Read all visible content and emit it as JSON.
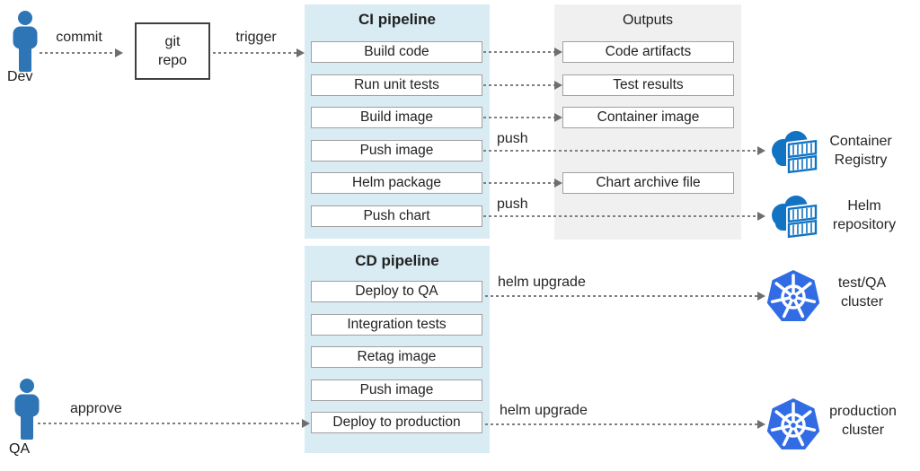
{
  "colors": {
    "panel_blue": "#d9ebf3",
    "panel_gray": "#f0f0f0",
    "box_border": "#a0a0a0",
    "git_box_border": "#404040",
    "arrow_gray": "#7f7f7f",
    "person_blue": "#2e75b6",
    "cloud_blue": "#1273c3",
    "kubernetes_blue": "#326ce5"
  },
  "actors": {
    "dev": "Dev",
    "qa": "QA"
  },
  "git_repo": {
    "line1": "git",
    "line2": "repo"
  },
  "arrow_labels": {
    "commit": "commit",
    "trigger": "trigger",
    "push_image": "push",
    "push_chart": "push",
    "helm_upgrade_qa": "helm upgrade",
    "helm_upgrade_prod": "helm upgrade",
    "approve": "approve"
  },
  "ci_pipeline": {
    "title": "CI pipeline",
    "steps": [
      "Build code",
      "Run unit tests",
      "Build image",
      "Push image",
      "Helm package",
      "Push chart"
    ]
  },
  "outputs": {
    "title": "Outputs",
    "items": [
      "Code artifacts",
      "Test results",
      "Container image",
      "Chart archive file"
    ]
  },
  "cd_pipeline": {
    "title": "CD pipeline",
    "steps": [
      "Deploy to QA",
      "Integration tests",
      "Retag image",
      "Push image",
      "Deploy to production"
    ]
  },
  "endpoints": {
    "container_registry": {
      "line1": "Container",
      "line2": "Registry"
    },
    "helm_repository": {
      "line1": "Helm",
      "line2": "repository"
    },
    "test_qa_cluster": {
      "line1": "test/QA",
      "line2": "cluster"
    },
    "production_cluster": {
      "line1": "production",
      "line2": "cluster"
    }
  }
}
